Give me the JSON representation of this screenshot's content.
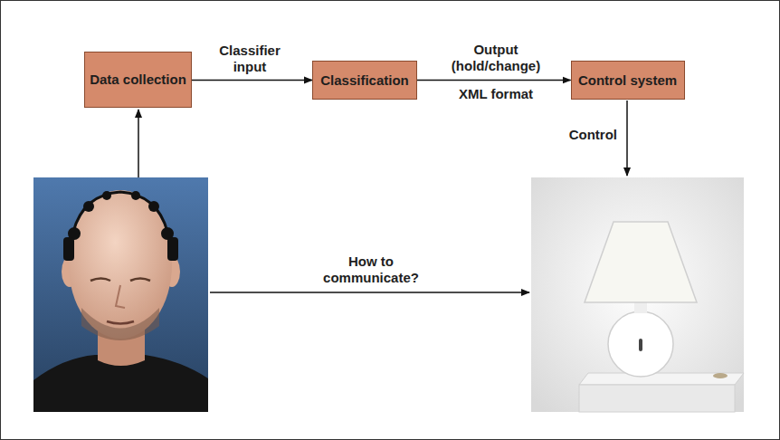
{
  "diagram": {
    "nodes": [
      {
        "text": [
          "Data collection"
        ]
      },
      {
        "text": [
          "Classification"
        ]
      },
      {
        "text": [
          "Control system"
        ]
      }
    ],
    "edges": [
      {
        "from": 0,
        "to": 1,
        "arrow": "to",
        "label": "Classifier input"
      },
      {
        "from": 1,
        "to": 2,
        "arrow": "to",
        "label": "Output (hold/change)"
      }
    ],
    "labels": [
      "XML format",
      "Control",
      "How to communicate?"
    ]
  }
}
